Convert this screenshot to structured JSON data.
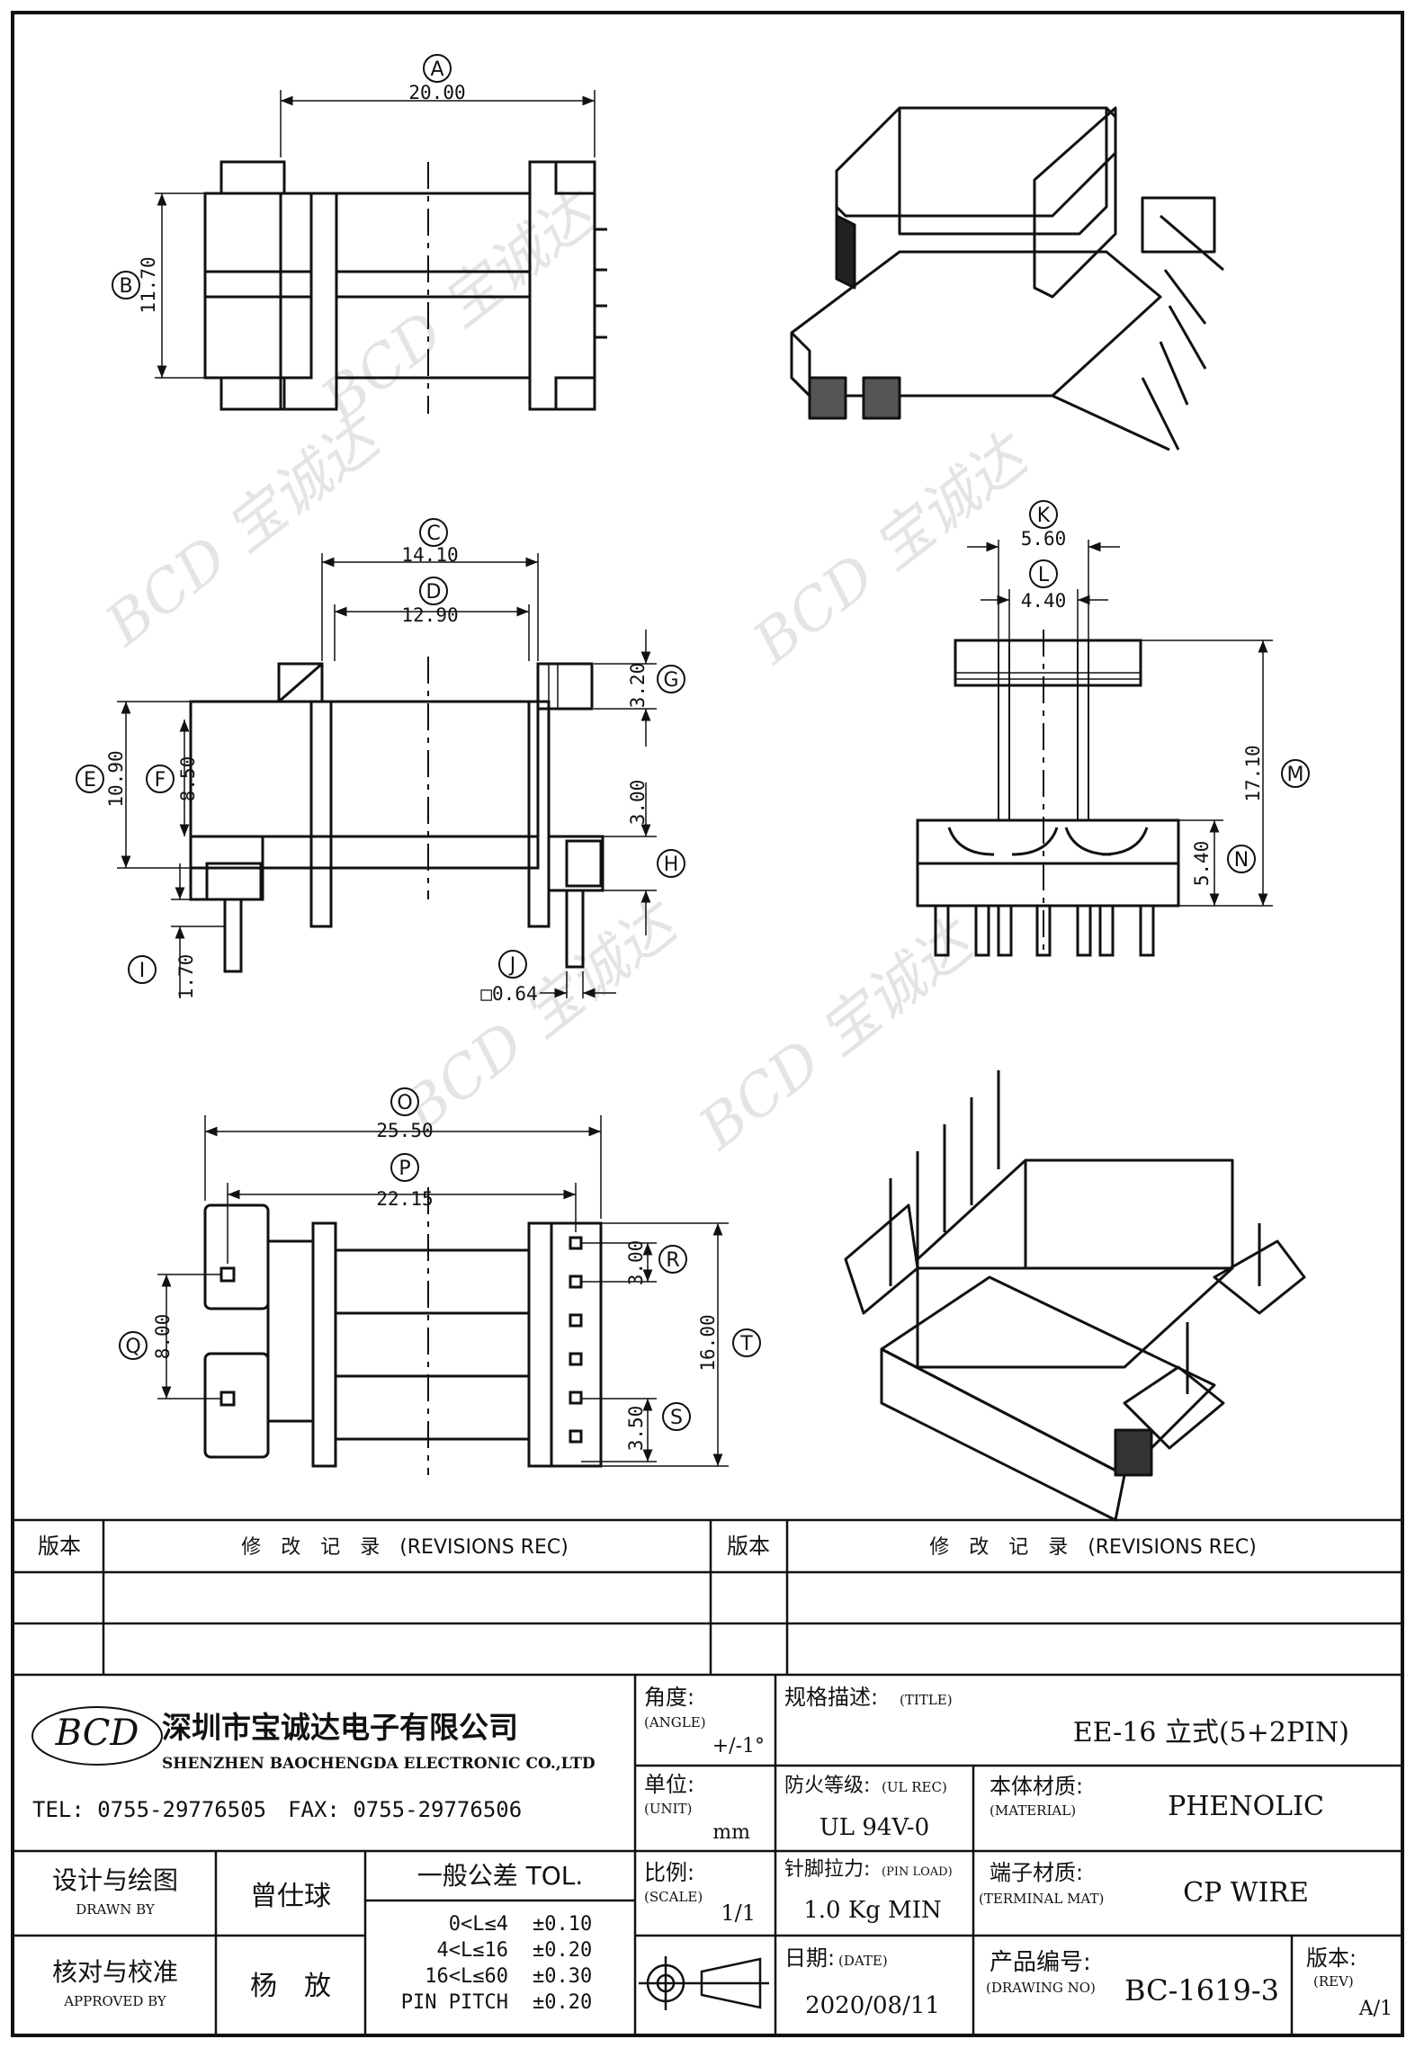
{
  "dimensions": {
    "A": {
      "letter": "A",
      "value": "20.00"
    },
    "B": {
      "letter": "B",
      "value": "11.70"
    },
    "C": {
      "letter": "C",
      "value": "14.10"
    },
    "D": {
      "letter": "D",
      "value": "12.90"
    },
    "E": {
      "letter": "E",
      "value": "10.90"
    },
    "F": {
      "letter": "F",
      "value": "8.50"
    },
    "G": {
      "letter": "G",
      "value": "3.20"
    },
    "H": {
      "letter": "H",
      "value": "3.00"
    },
    "I": {
      "letter": "I",
      "value": "1.70"
    },
    "J": {
      "letter": "J",
      "value": "□0.64"
    },
    "K": {
      "letter": "K",
      "value": "5.60"
    },
    "L": {
      "letter": "L",
      "value": "4.40"
    },
    "M": {
      "letter": "M",
      "value": "17.10"
    },
    "N": {
      "letter": "N",
      "value": "5.40"
    },
    "O": {
      "letter": "O",
      "value": "25.50"
    },
    "P": {
      "letter": "P",
      "value": "22.15"
    },
    "Q": {
      "letter": "Q",
      "value": "8.00"
    },
    "R": {
      "letter": "R",
      "value": "3.00"
    },
    "S": {
      "letter": "S",
      "value": "3.50"
    },
    "T": {
      "letter": "T",
      "value": "16.00"
    }
  },
  "watermark": "BCD 宝诚达",
  "revision_table": {
    "col_version": "版本",
    "col_record": "修　改　记　录　(REVISIONS REC)"
  },
  "company": {
    "logo": "BCD",
    "name_cn": "深圳市宝诚达电子有限公司",
    "name_en": "SHENZHEN BAOCHENGDA ELECTRONIC CO.,LTD",
    "tel_fax": "TEL: 0755-29776505　FAX: 0755-29776506"
  },
  "title_block": {
    "angle_label": "角度:",
    "angle_sub": "(ANGLE)",
    "angle_value": "+/-1°",
    "title_label": "规格描述:",
    "title_sub": "(TITLE)",
    "title_value": "EE-16 立式(5+2PIN)",
    "unit_label": "单位:",
    "unit_sub": "(UNIT)",
    "unit_value": "mm",
    "ul_label": "防火等级:",
    "ul_sub": "(UL REC)",
    "ul_value": "UL 94V-0",
    "material_label": "本体材质:",
    "material_sub": "(MATERIAL)",
    "material_value": "PHENOLIC",
    "drawn_label": "设计与绘图",
    "drawn_sub": "DRAWN BY",
    "drawn_value": "曾仕球",
    "tol_label": "一般公差 TOL.",
    "tol_rows": [
      {
        "range": "0<L≤4",
        "value": "±0.10"
      },
      {
        "range": "4<L≤16",
        "value": "±0.20"
      },
      {
        "range": "16<L≤60",
        "value": "±0.30"
      },
      {
        "range": "PIN PITCH",
        "value": "±0.20"
      }
    ],
    "scale_label": "比例:",
    "scale_sub": "(SCALE)",
    "scale_value": "1/1",
    "pinload_label": "针脚拉力:",
    "pinload_sub": "(PIN LOAD)",
    "pinload_value": "1.0 Kg MIN",
    "terminal_label": "端子材质:",
    "terminal_sub": "(TERMINAL MAT)",
    "terminal_value": "CP WIRE",
    "approved_label": "核对与校准",
    "approved_sub": "APPROVED BY",
    "approved_value": "杨　放",
    "date_label": "日期:",
    "date_sub": "(DATE)",
    "date_value": "2020/08/11",
    "drawing_label": "产品编号:",
    "drawing_sub": "(DRAWING NO)",
    "drawing_value": "BC-1619-3",
    "rev_label": "版本:",
    "rev_sub": "(REV)",
    "rev_value": "A/1"
  }
}
